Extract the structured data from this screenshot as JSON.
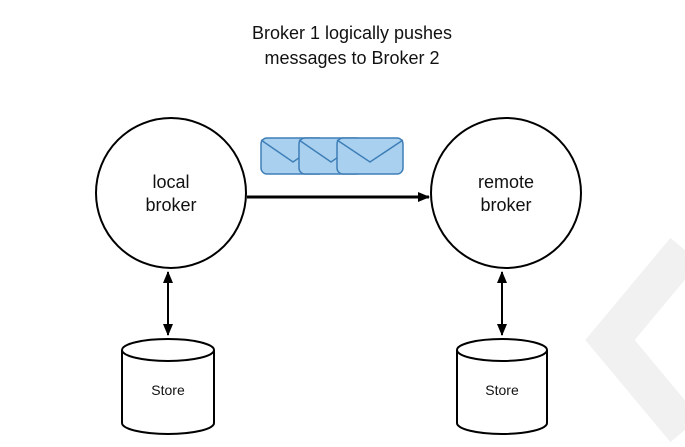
{
  "title": {
    "line1": "Broker 1 logically pushes",
    "line2": "messages to Broker 2"
  },
  "nodes": {
    "local": {
      "line1": "local",
      "line2": "broker"
    },
    "remote": {
      "line1": "remote",
      "line2": "broker"
    }
  },
  "stores": {
    "local": {
      "label": "Store"
    },
    "remote": {
      "label": "Store"
    }
  },
  "icons": {
    "messages": "envelope-icon",
    "watermark": "chevron-left-icon"
  },
  "colors": {
    "envelope_fill": "#a9d0ee",
    "envelope_stroke": "#3f7fb8",
    "stroke": "#000000",
    "watermark": "#f1f1f1"
  }
}
